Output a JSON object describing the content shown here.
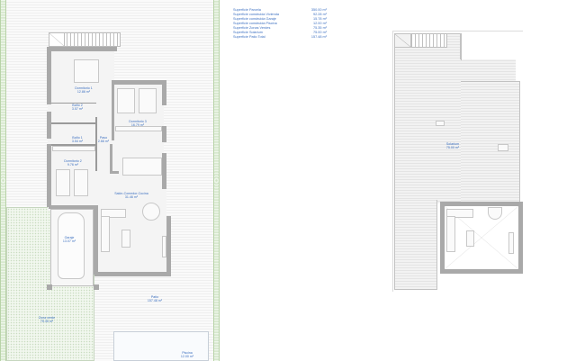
{
  "summary": {
    "rows": [
      {
        "label": "Superficie Parcela",
        "value": "350.00 m²"
      },
      {
        "label": "Superficie construida Vivienda",
        "value": "92.28 m²"
      },
      {
        "label": "Superficie construida Garaje",
        "value": "15.78 m²"
      },
      {
        "label": "Superficie construida Piscina",
        "value": "12.00 m²"
      },
      {
        "label": "Superficie Zonas Verdes",
        "value": "75.35 m²"
      },
      {
        "label": "Superficie Solarium",
        "value": "75.00 m²"
      },
      {
        "label": "Superficie Patio Total",
        "value": "157.48 m²"
      }
    ]
  },
  "ground_floor": {
    "rooms": [
      {
        "name": "Dormitorio 1",
        "area": "12.86 m²"
      },
      {
        "name": "Baño 2",
        "area": "3.57 m²"
      },
      {
        "name": "Dormitorio 3",
        "area": "16.79 m²"
      },
      {
        "name": "Baño 1",
        "area": "3.54 m²"
      },
      {
        "name": "Paso",
        "area": "2.66 m²"
      },
      {
        "name": "Dormitorio 2",
        "area": "9.76 m²"
      },
      {
        "name": "Salón-Comedor-Cocina",
        "area": "31.46 m²"
      },
      {
        "name": "Garaje",
        "area": "13.07 m²"
      },
      {
        "name": "Patio",
        "area": "157.48 m²"
      },
      {
        "name": "Zona verde",
        "area": "75.35 m²"
      },
      {
        "name": "Piscina",
        "area": "12.00 m²"
      }
    ]
  },
  "roof_floor": {
    "rooms": [
      {
        "name": "Solarium",
        "area": "75.00 m²"
      }
    ]
  },
  "colors": {
    "label_blue": "#3b6fc0",
    "wall_gray": "#a9a9a9",
    "hedge_green": "#cfe3c4"
  }
}
